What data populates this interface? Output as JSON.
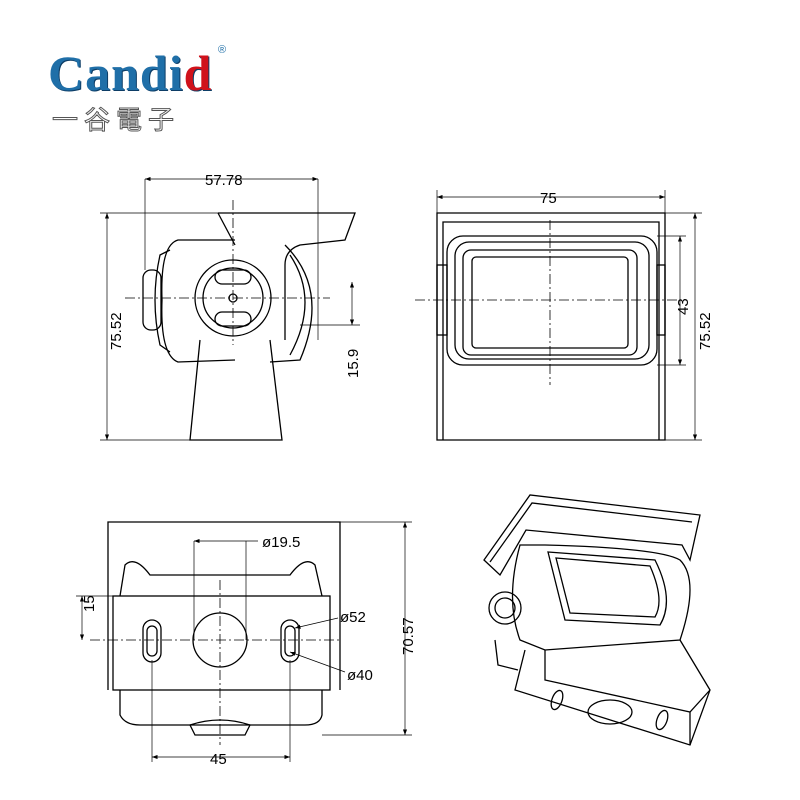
{
  "logo": {
    "brand": "Candid",
    "brand_main": "Candi",
    "brand_accent": "d",
    "registered": "®",
    "chinese": "一谷電子",
    "accent_color": "#d0121b",
    "brand_color": "#1f6fa8"
  },
  "dimensions": {
    "side_width": "57.78",
    "side_height": "75.52",
    "side_offset": "15.9",
    "front_width": "75",
    "front_inner_height": "43",
    "front_height": "75.52",
    "bottom_hole": "ø19.5",
    "bottom_offset": "15",
    "bottom_outer": "ø52",
    "bottom_inner": "ø40",
    "bottom_height": "70.57",
    "bottom_spacing": "45"
  }
}
